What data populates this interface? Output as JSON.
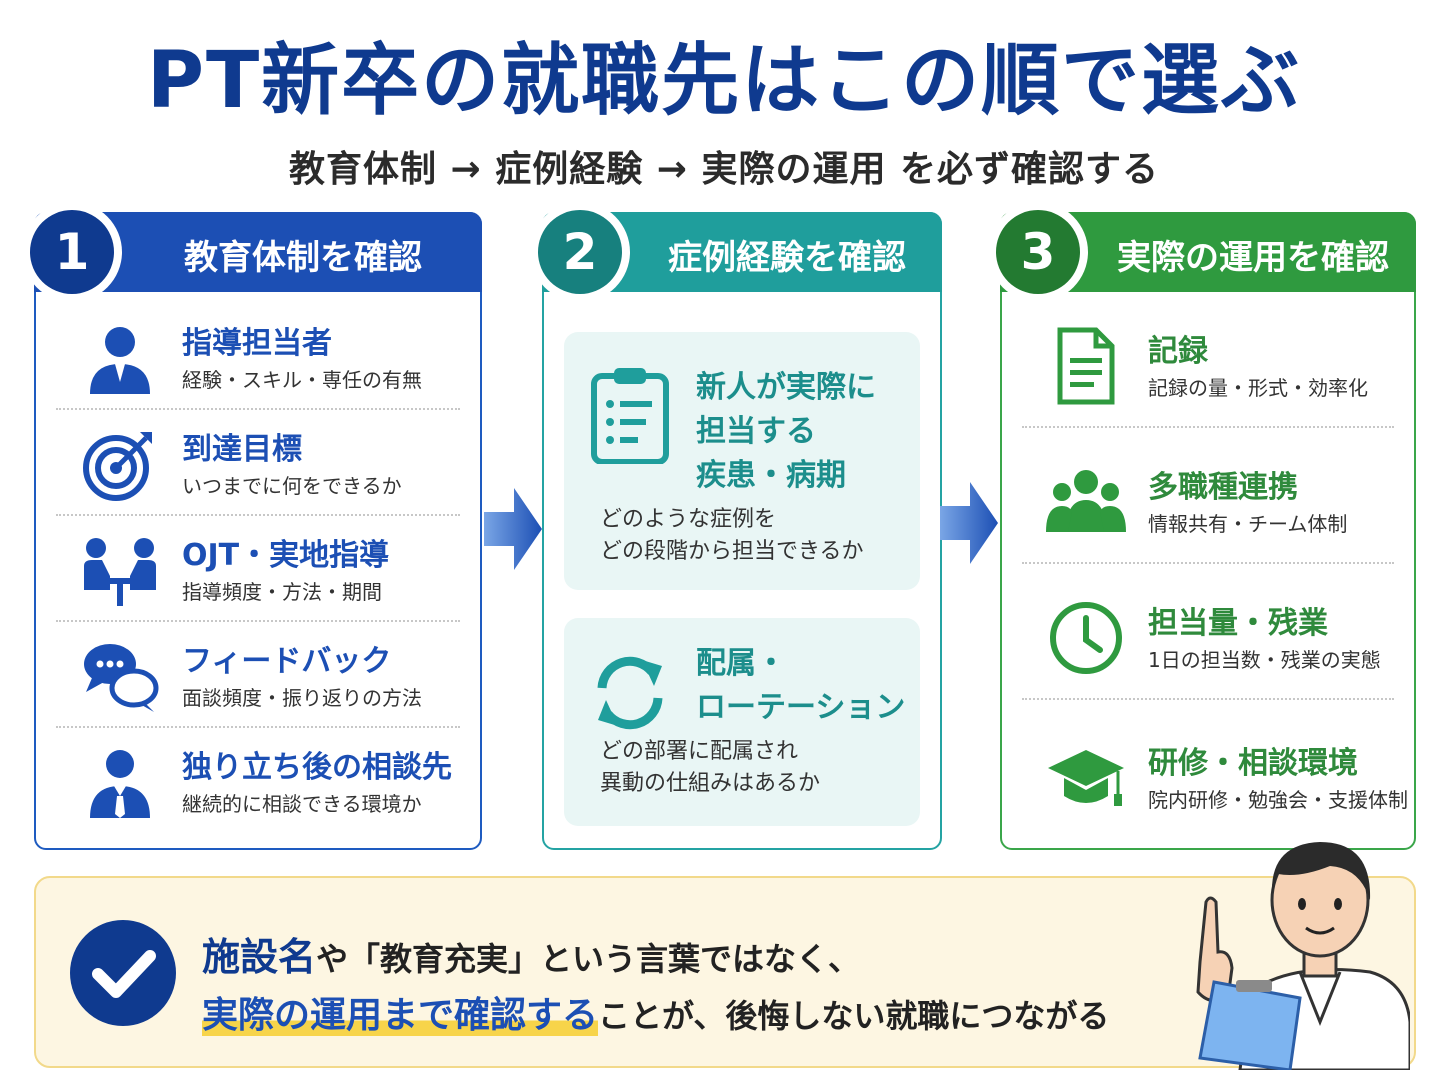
{
  "title": "PT新卒の就職先はこの順で選ぶ",
  "subtitle": "教育体制 → 症例経験 → 実際の運用 を必ず確認する",
  "colors": {
    "navy": "#0f3a8f",
    "blue": "#1c4fb4",
    "teal": "#1f9e9c",
    "green": "#2f9a3f",
    "highlight": "#f7d44a"
  },
  "panel1": {
    "number": "1",
    "title": "教育体制を確認",
    "items": [
      {
        "icon": "person-icon",
        "title": "指導担当者",
        "desc": "経験・スキル・専任の有無"
      },
      {
        "icon": "target-icon",
        "title": "到達目標",
        "desc": "いつまでに何をできるか"
      },
      {
        "icon": "meeting-icon",
        "title": "OJT・実地指導",
        "desc": "指導頻度・方法・期間"
      },
      {
        "icon": "chat-bubbles-icon",
        "title": "フィードバック",
        "desc": "面談頻度・振り返りの方法"
      },
      {
        "icon": "person-tie-icon",
        "title": "独り立ち後の相談先",
        "desc": "継続的に相談できる環境か"
      }
    ]
  },
  "panel2": {
    "number": "2",
    "title": "症例経験を確認",
    "cards": [
      {
        "icon": "clipboard-list-icon",
        "title_lines": [
          "新人が実際に",
          "担当する",
          "疾患・病期"
        ],
        "desc_lines": [
          "どのような症例を",
          "どの段階から担当できるか"
        ]
      },
      {
        "icon": "rotation-arrows-icon",
        "title_lines": [
          "配属・",
          "ローテーション"
        ],
        "desc_lines": [
          "どの部署に配属され",
          "異動の仕組みはあるか"
        ]
      }
    ]
  },
  "panel3": {
    "number": "3",
    "title": "実際の運用を確認",
    "items": [
      {
        "icon": "document-icon",
        "title": "記録",
        "desc": "記録の量・形式・効率化"
      },
      {
        "icon": "team-icon",
        "title": "多職種連携",
        "desc": "情報共有・チーム体制"
      },
      {
        "icon": "clock-icon",
        "title": "担当量・残業",
        "desc": "1日の担当数・残業の実態"
      },
      {
        "icon": "graduation-cap-icon",
        "title": "研修・相談環境",
        "desc": "院内研修・勉強会・支援体制"
      }
    ]
  },
  "bottom": {
    "line1_em": "施設名",
    "line1_rest": "や「教育充実」という言葉ではなく、",
    "line2_hl": "実際の運用まで確認する",
    "line2_rest": "ことが、後悔しない就職につながる"
  }
}
